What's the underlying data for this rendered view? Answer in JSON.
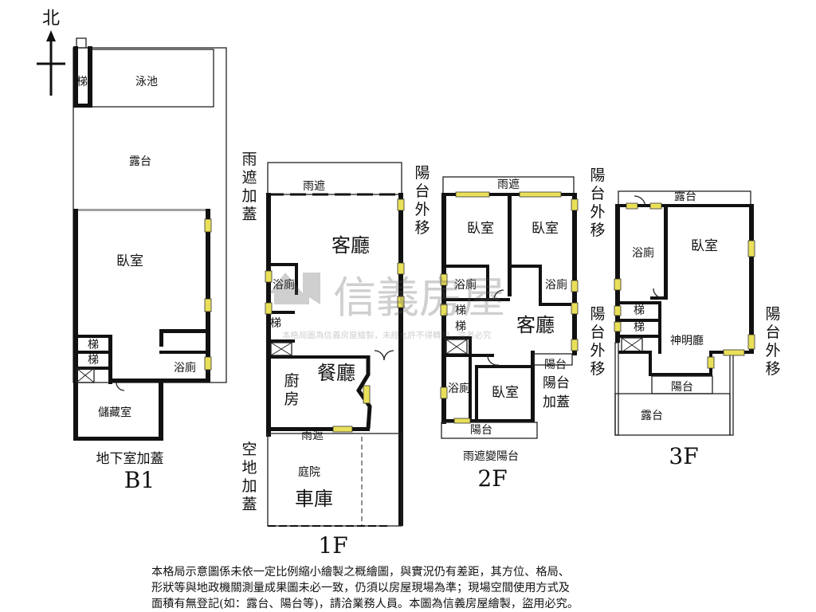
{
  "compass": {
    "north": "北"
  },
  "b1": {
    "stairs": "梯",
    "pool": "泳池",
    "terrace": "露台",
    "bedroom": "臥室",
    "stairs_a": "梯",
    "stairs_b": "梯",
    "bathroom": "浴廁",
    "storage": "儲藏室",
    "note": "地下室加蓋",
    "label": "B1"
  },
  "f1": {
    "rain_cover_add": "雨遮加蓋",
    "rain_cover": "雨遮",
    "balcony_move": "陽台外移",
    "living": "客廳",
    "bathroom": "浴廁",
    "stairs": "梯",
    "kitchen": "廚房",
    "dining": "餐廳",
    "rain_cover_bottom": "雨遮",
    "open_space_add": "空地加蓋",
    "yard": "庭院",
    "garage": "車庫",
    "label": "1F"
  },
  "f2": {
    "rain_cover": "雨遮",
    "balcony_move_top": "陽台外移",
    "bedroom_a": "臥室",
    "bedroom_b": "臥室",
    "bathroom_a": "浴廁",
    "bathroom_b": "浴廁",
    "stairs_a": "梯",
    "stairs_b": "梯",
    "living": "客廳",
    "balcony_move_mid": "陽台外移",
    "balcony": "陽台",
    "balcony_add": "陽台加蓋",
    "bathroom_c": "浴廁",
    "bedroom_c": "臥室",
    "balcony_bottom": "陽台",
    "note": "雨遮變陽台",
    "label": "2F"
  },
  "f3": {
    "terrace_top": "露台",
    "bathroom": "浴廁",
    "bedroom": "臥室",
    "stairs_a": "梯",
    "stairs_b": "梯",
    "shrine": "神明廳",
    "balcony_move": "陽台外移",
    "balcony": "陽台",
    "terrace": "露台",
    "label": "3F"
  },
  "watermark": {
    "brand": "信義房屋",
    "line": "本格局圖為信義房屋繪製，未經允許不得轉用，違者必究"
  },
  "disclaimer": [
    "本格局示意圖係未依一定比例縮小繪製之概繪圖，與實況仍有差距，其方位、格局、",
    "形狀等與地政機關測量成果圖未必一致，仍須以房屋現場為準；現場空間使用方式及",
    "面積有無登記(如：露台、陽台等)，請洽業務人員。本圖為信義房屋繪製，盜用必究。"
  ]
}
